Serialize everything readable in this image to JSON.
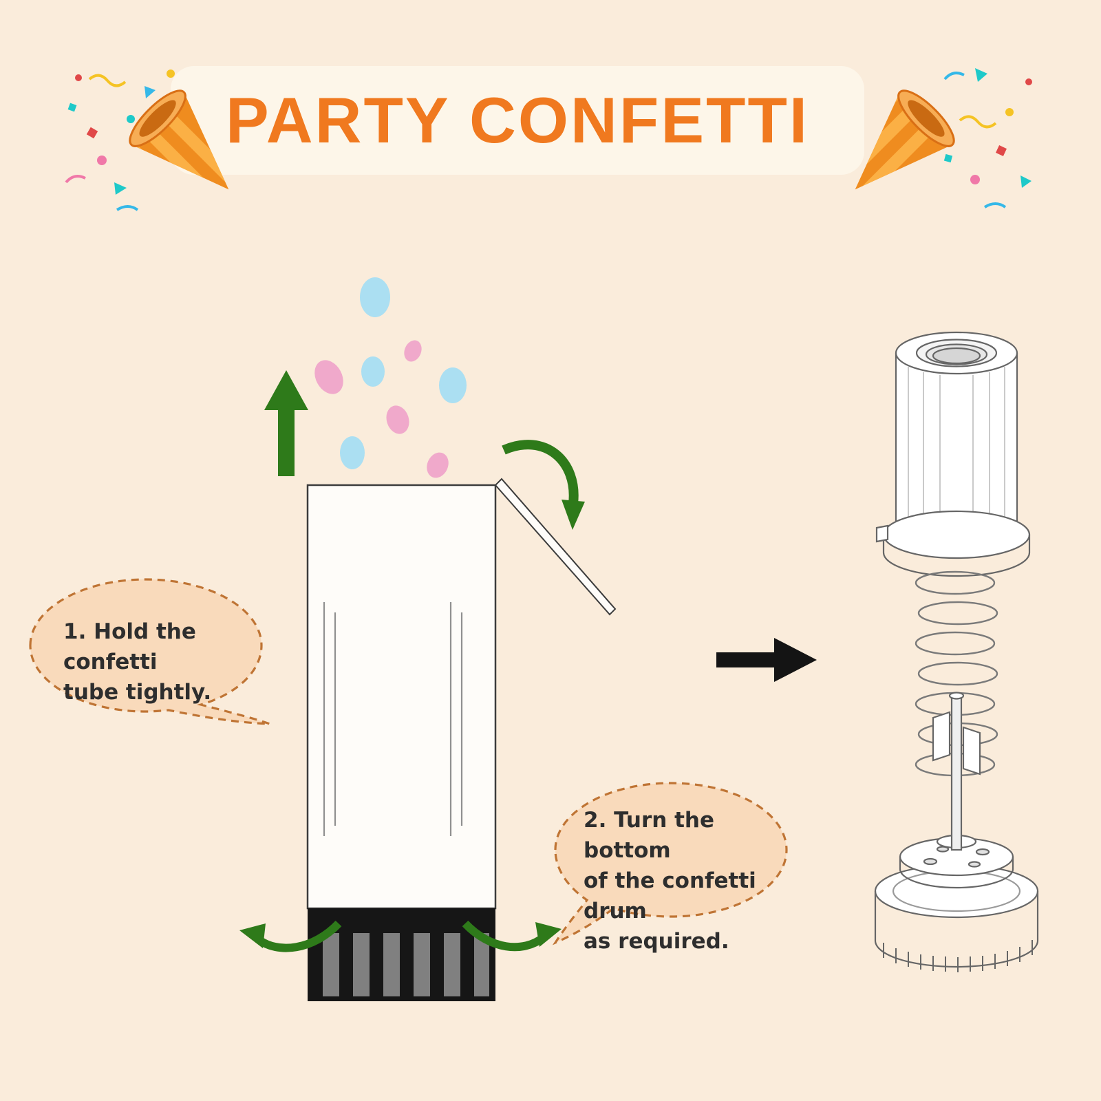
{
  "title": "PARTY CONFETTI",
  "bubbles": {
    "step1": {
      "lines": [
        "1. Hold the confetti",
        "tube tightly."
      ]
    },
    "step2": {
      "lines": [
        "2. Turn the bottom",
        "of the confetti drum",
        "as required."
      ]
    }
  },
  "icons": {
    "party_popper_left": "party-popper-left-icon",
    "party_popper_right": "party-popper-right-icon",
    "launch_up_arrow": "launch-up-arrow-icon",
    "pull_arrow": "pull-arrow-icon",
    "twist_arrow_left": "twist-arrow-left-icon",
    "twist_arrow_right": "twist-arrow-right-icon",
    "flow_arrow": "flow-arrow-icon"
  },
  "colors": {
    "background": "#faecdb",
    "banner": "#fdf6e9",
    "title": "#f0791f",
    "bubble_fill": "#f9dabb",
    "bubble_border": "#bf7434",
    "arrow_green": "#2e7a1a",
    "arrow_black": "#141414",
    "confetti_blue": "#abdff2",
    "confetti_pink": "#f0a9cb",
    "popper_orange": "#ef8c1f",
    "line_gray": "#666666"
  }
}
